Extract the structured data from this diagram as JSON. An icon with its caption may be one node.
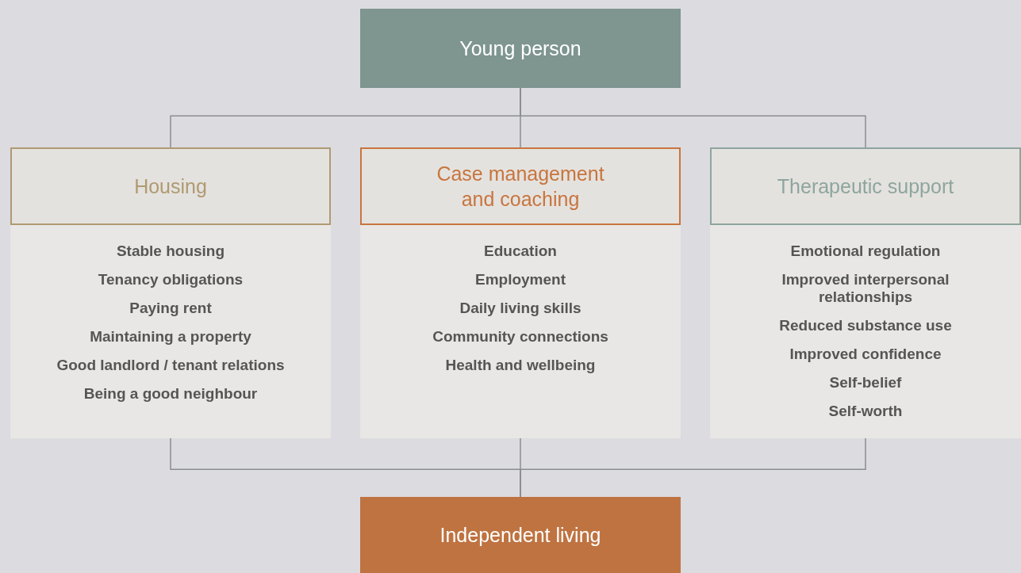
{
  "diagram": {
    "nodes": [
      {
        "text": [
          "Young person"
        ]
      },
      {
        "text": [
          "Housing",
          "Stable housing",
          "Tenancy obligations",
          "Paying rent",
          "Maintaining a property",
          "Good landlord / tenant relations",
          "Being a good neighbour"
        ]
      },
      {
        "text": [
          "Case management and coaching",
          "Education",
          "Employment",
          "Daily living skills",
          "Community connections",
          "Health and wellbeing"
        ]
      },
      {
        "text": [
          "Therapeutic support",
          "Emotional regulation",
          "Improved interpersonal relationships",
          "Reduced substance use",
          "Improved confidence",
          "Self-belief",
          "Self-worth"
        ]
      },
      {
        "text": [
          "Independent living"
        ]
      }
    ],
    "edges": [
      {
        "from": 0,
        "to": 1,
        "arrow": "none"
      },
      {
        "from": 0,
        "to": 2,
        "arrow": "none"
      },
      {
        "from": 0,
        "to": 3,
        "arrow": "none"
      },
      {
        "from": 1,
        "to": 4,
        "arrow": "none"
      },
      {
        "from": 2,
        "to": 4,
        "arrow": "none"
      },
      {
        "from": 3,
        "to": 4,
        "arrow": "none"
      }
    ]
  }
}
